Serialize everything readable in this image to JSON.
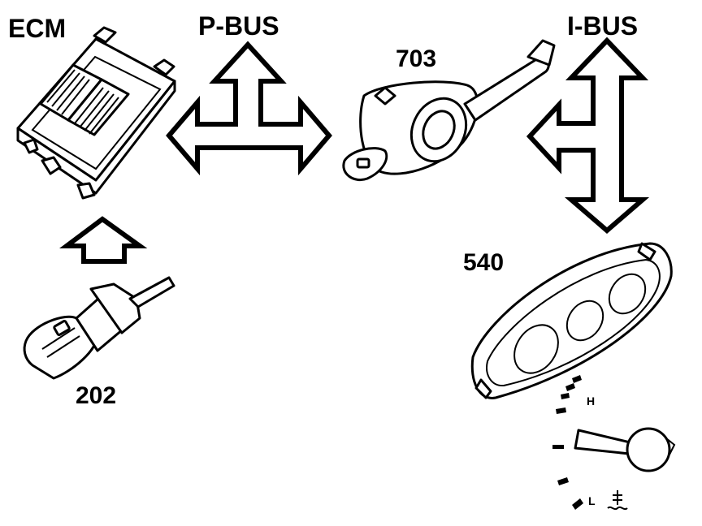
{
  "labels": {
    "ecm": "ECM",
    "p_bus": "P-BUS",
    "i_bus": "I-BUS",
    "part_703": "703",
    "part_540": "540",
    "part_202": "202",
    "gauge_high": "H",
    "gauge_low": "L"
  },
  "colors": {
    "line": "#000000",
    "background": "#ffffff"
  }
}
